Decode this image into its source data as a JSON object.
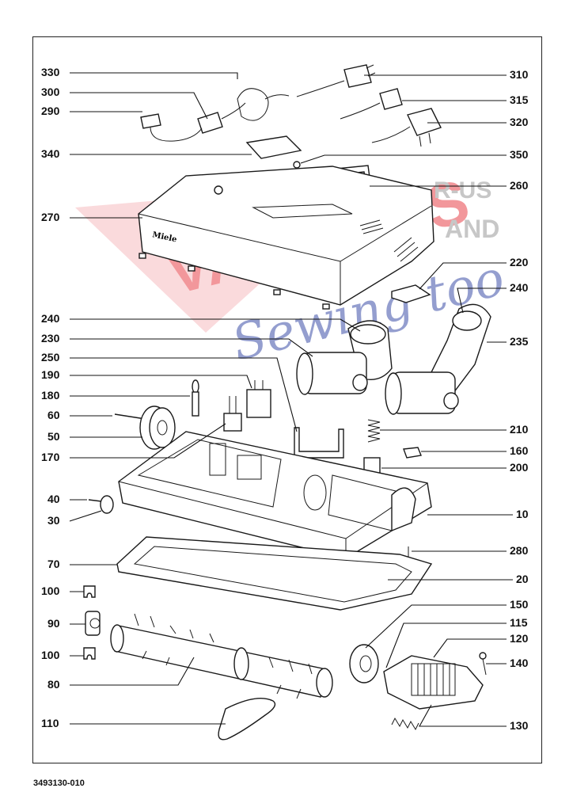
{
  "document_number": "3493130-010",
  "brand_mark": "Miele",
  "watermark": {
    "main": "VACUUMS",
    "top_right": "R-US",
    "middle_right": "AND",
    "script": "Sewing too"
  },
  "callouts": {
    "left": [
      "330",
      "300",
      "290",
      "340",
      "270",
      "240",
      "230",
      "250",
      "190",
      "180",
      "60",
      "50",
      "170",
      "40",
      "30",
      "70",
      "100",
      "90",
      "100",
      "80",
      "110"
    ],
    "right": [
      "310",
      "315",
      "320",
      "350",
      "260",
      "220",
      "240",
      "235",
      "210",
      "160",
      "200",
      "10",
      "280",
      "20",
      "150",
      "115",
      "120",
      "140",
      "130"
    ]
  },
  "colors": {
    "line": "#111111",
    "watermark_red": "#e8434a",
    "watermark_blue": "#3d4fa8",
    "watermark_grey": "#9b9b9b"
  }
}
